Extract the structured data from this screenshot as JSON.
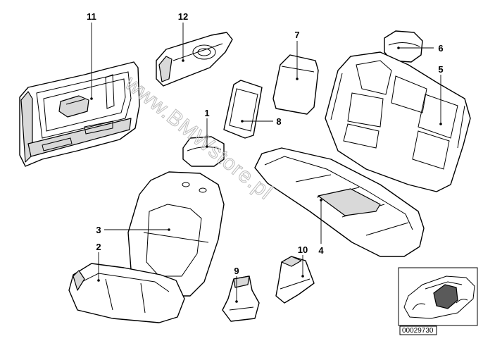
{
  "watermark": "www.BMWstore.pl",
  "callouts": [
    "1",
    "2",
    "3",
    "4",
    "5",
    "6",
    "7",
    "8",
    "9",
    "10",
    "11",
    "12"
  ],
  "inset_code": "00029730"
}
